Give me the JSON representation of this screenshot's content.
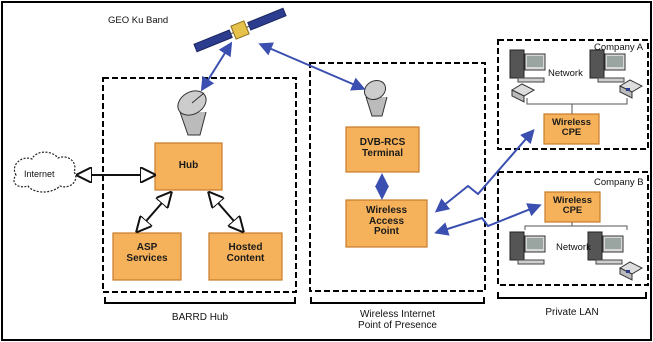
{
  "colors": {
    "box_fill": "#f6b25a",
    "box_border": "#c97b2a",
    "link_blue": "#3a4fb0",
    "frame": "#000000",
    "background": "#ffffff"
  },
  "labels": {
    "satellite": "GEO Ku Band",
    "internet": "Internet",
    "hub": "Hub",
    "asp": [
      "ASP",
      "Services"
    ],
    "hosted": [
      "Hosted",
      "Content"
    ],
    "dvb": [
      "DVB-RCS",
      "Terminal"
    ],
    "wap": [
      "Wireless",
      "Access",
      "Point"
    ],
    "company_a": "Company A",
    "company_b": "Company B",
    "network_a": "Network",
    "network_b": "Network",
    "cpe_a": [
      "Wireless",
      "CPE"
    ],
    "cpe_b": [
      "Wireless",
      "CPE"
    ],
    "caption_barrd": "BARRD Hub",
    "caption_wipop": [
      "Wireless Internet",
      "Point of Presence"
    ],
    "caption_lan": "Private LAN"
  },
  "icons": {
    "satellite": "satellite-icon",
    "dish_hub": "satellite-dish-icon",
    "dish_pop": "satellite-dish-icon",
    "cloud": "cloud-icon",
    "computer": "computer-icon",
    "printer": "printer-icon"
  }
}
